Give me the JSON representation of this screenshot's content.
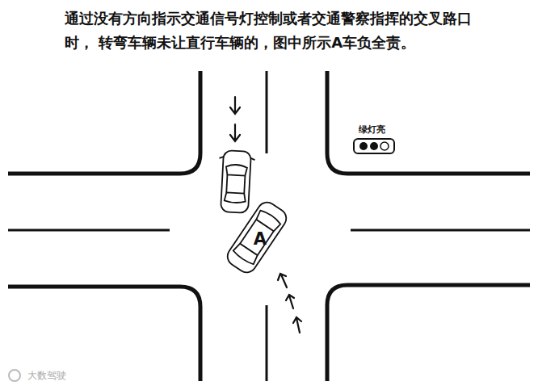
{
  "diagram": {
    "title": "通过没有方向指示交通信号灯控制或者交通警察指挥的交叉路口时， 转弯车辆未让直行车辆的，图中所示A车负全责。",
    "labels": [
      "绿灯亮",
      "A",
      "大数驾驶"
    ]
  }
}
